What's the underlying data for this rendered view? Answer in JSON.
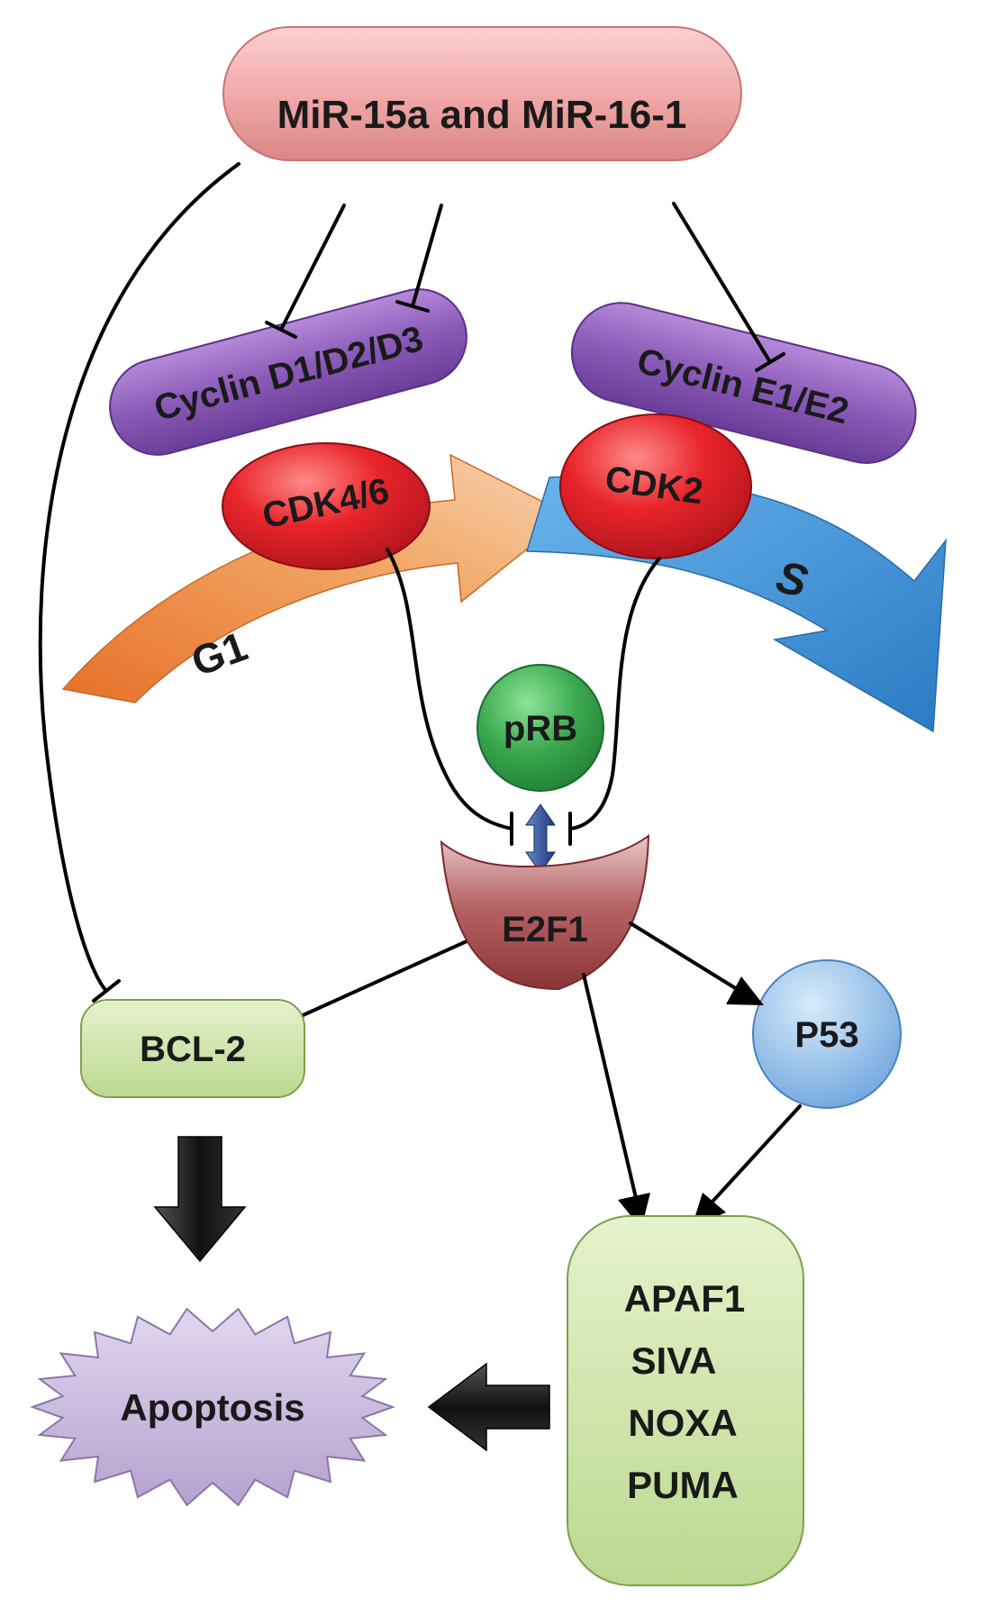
{
  "nodes": {
    "mirna": "MiR-15a and MiR-16-1",
    "cyclin_d": "Cyclin D1/D2/D3",
    "cdk46": "CDK4/6",
    "cyclin_e": "Cyclin E1/E2",
    "cdk2": "CDK2",
    "g1": "G1",
    "s": "S",
    "prb": "pRB",
    "e2f1": "E2F1",
    "bcl2": "BCL-2",
    "p53": "P53",
    "apoptosis": "Apoptosis",
    "targets": [
      "APAF1",
      "SIVA",
      "NOXA",
      "PUMA"
    ]
  },
  "colors": {
    "mirna": "#f0a6a6",
    "cyclin": "#8a5ab8",
    "cdk": "#e8242a",
    "g1_arrow": "#f08a3a",
    "s_arrow": "#3a8fd4",
    "prb": "#3aa84e",
    "e2f1": "#a8484a",
    "bcl2": "#cfe3a8",
    "p53": "#8ab8e8",
    "apoptosis": "#cab8de",
    "targets_box": "#cfe3a8"
  }
}
